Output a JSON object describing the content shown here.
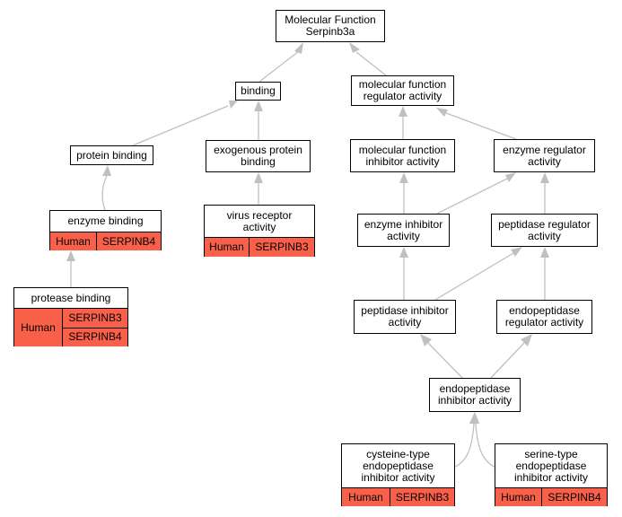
{
  "nodes": {
    "root": "Molecular Function\nSerpinb3a",
    "binding": "binding",
    "mfra": "molecular function\nregulator activity",
    "protein_binding": "protein binding",
    "exo": "exogenous protein\nbinding",
    "mfia": "molecular function\ninhibitor activity",
    "era": "enzyme regulator\nactivity",
    "enzyme_binding": "enzyme binding",
    "virus": "virus receptor\nactivity",
    "eia": "enzyme inhibitor\nactivity",
    "pra": "peptidase regulator\nactivity",
    "protease": "protease binding",
    "pia": "peptidase inhibitor\nactivity",
    "epra": "endopeptidase\nregulator activity",
    "epia": "endopeptidase\ninhibitor activity",
    "cys": "cysteine-type\nendopeptidase\ninhibitor activity",
    "ser": "serine-type\nendopeptidase\ninhibitor activity"
  },
  "annotations": {
    "enzyme_binding": {
      "species": "Human",
      "genes": [
        "SERPINB4"
      ]
    },
    "virus": {
      "species": "Human",
      "genes": [
        "SERPINB3"
      ]
    },
    "protease": {
      "species": "Human",
      "genes": [
        "SERPINB3",
        "SERPINB4"
      ]
    },
    "cys": {
      "species": "Human",
      "genes": [
        "SERPINB3"
      ]
    },
    "ser": {
      "species": "Human",
      "genes": [
        "SERPINB4"
      ]
    }
  },
  "colors": {
    "annotation_fill": "#f9604a",
    "edge": "#c0c0c0",
    "border": "#000000"
  }
}
